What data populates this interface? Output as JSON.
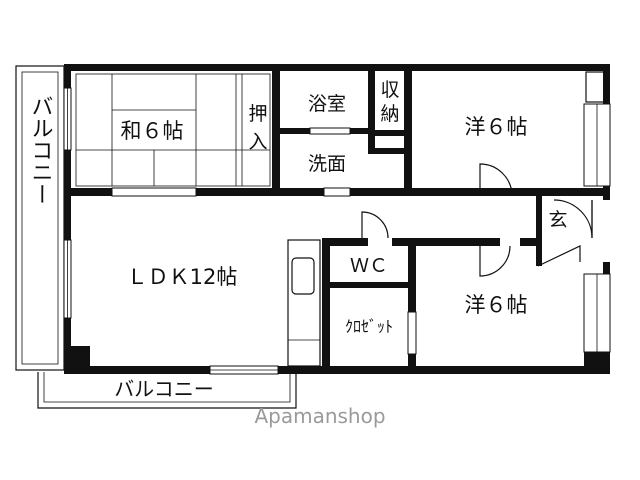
{
  "rooms": {
    "washitsu": "和６帖",
    "oshiire": "押入",
    "yokushitsu": "浴室",
    "shuno": "収納",
    "senmen": "洗面",
    "youshitsu_top": "洋６帖",
    "genkan": "玄",
    "ldk": "ＬＤＫ12帖",
    "wc": "ＷＣ",
    "closet": "ｸﾛｾﾞｯﾄ",
    "youshitsu_bottom": "洋６帖"
  },
  "balcony": {
    "side_label": "バルコニー",
    "bottom_label": "バルコニー"
  },
  "watermark": "Apamanshop"
}
